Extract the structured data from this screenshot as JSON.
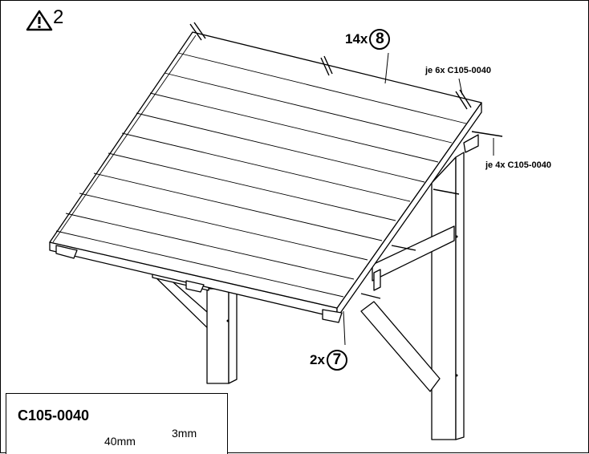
{
  "step": {
    "number": "2",
    "warning_icon": "warning-triangle-icon"
  },
  "parts": {
    "boards_qty": "14x",
    "boards_part": "8",
    "beams_qty": "2x",
    "beams_part": "7"
  },
  "screws": {
    "top_note": "je 6x C105-0040",
    "side_note": "je 4x C105-0040"
  },
  "legend": {
    "code": "C105-0040",
    "length": "40mm",
    "drill_bit": "3mm",
    "screw_icon": "screw-icon",
    "drill_icon": "drill-icon"
  }
}
